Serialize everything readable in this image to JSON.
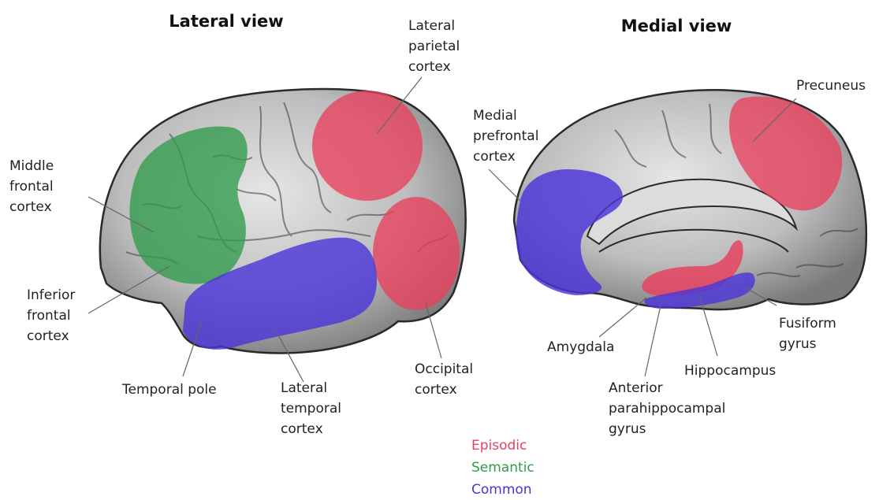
{
  "titles": {
    "lateral": "Lateral view",
    "medial": "Medial view"
  },
  "colors": {
    "episodic": "#e8405e",
    "semantic": "#2f9b4c",
    "common": "#4a34d8",
    "brain_fill": "#b9b9b9",
    "brain_stroke": "#2a2a2a"
  },
  "lateral_labels": {
    "lateral_parietal": [
      "Lateral",
      "parietal",
      "cortex"
    ],
    "middle_frontal": [
      "Middle",
      "frontal",
      "cortex"
    ],
    "inferior_frontal": [
      "Inferior",
      "frontal",
      "cortex"
    ],
    "temporal_pole": [
      "Temporal pole"
    ],
    "lateral_temporal": [
      "Lateral",
      "temporal",
      "cortex"
    ],
    "occipital": [
      "Occipital",
      "cortex"
    ]
  },
  "medial_labels": {
    "precuneus": [
      "Precuneus"
    ],
    "medial_prefrontal": [
      "Medial",
      "prefrontal",
      "cortex"
    ],
    "fusiform": [
      "Fusiform",
      "gyrus"
    ],
    "amygdala": [
      "Amygdala"
    ],
    "hippocampus": [
      "Hippocampus"
    ],
    "anterior_parahippocampal": [
      "Anterior",
      "parahippocampal",
      "gyrus"
    ]
  },
  "legend": [
    {
      "label": "Episodic",
      "color": "#e8405e"
    },
    {
      "label": "Semantic",
      "color": "#2f9b4c"
    },
    {
      "label": "Common",
      "color": "#4a34d8"
    }
  ]
}
